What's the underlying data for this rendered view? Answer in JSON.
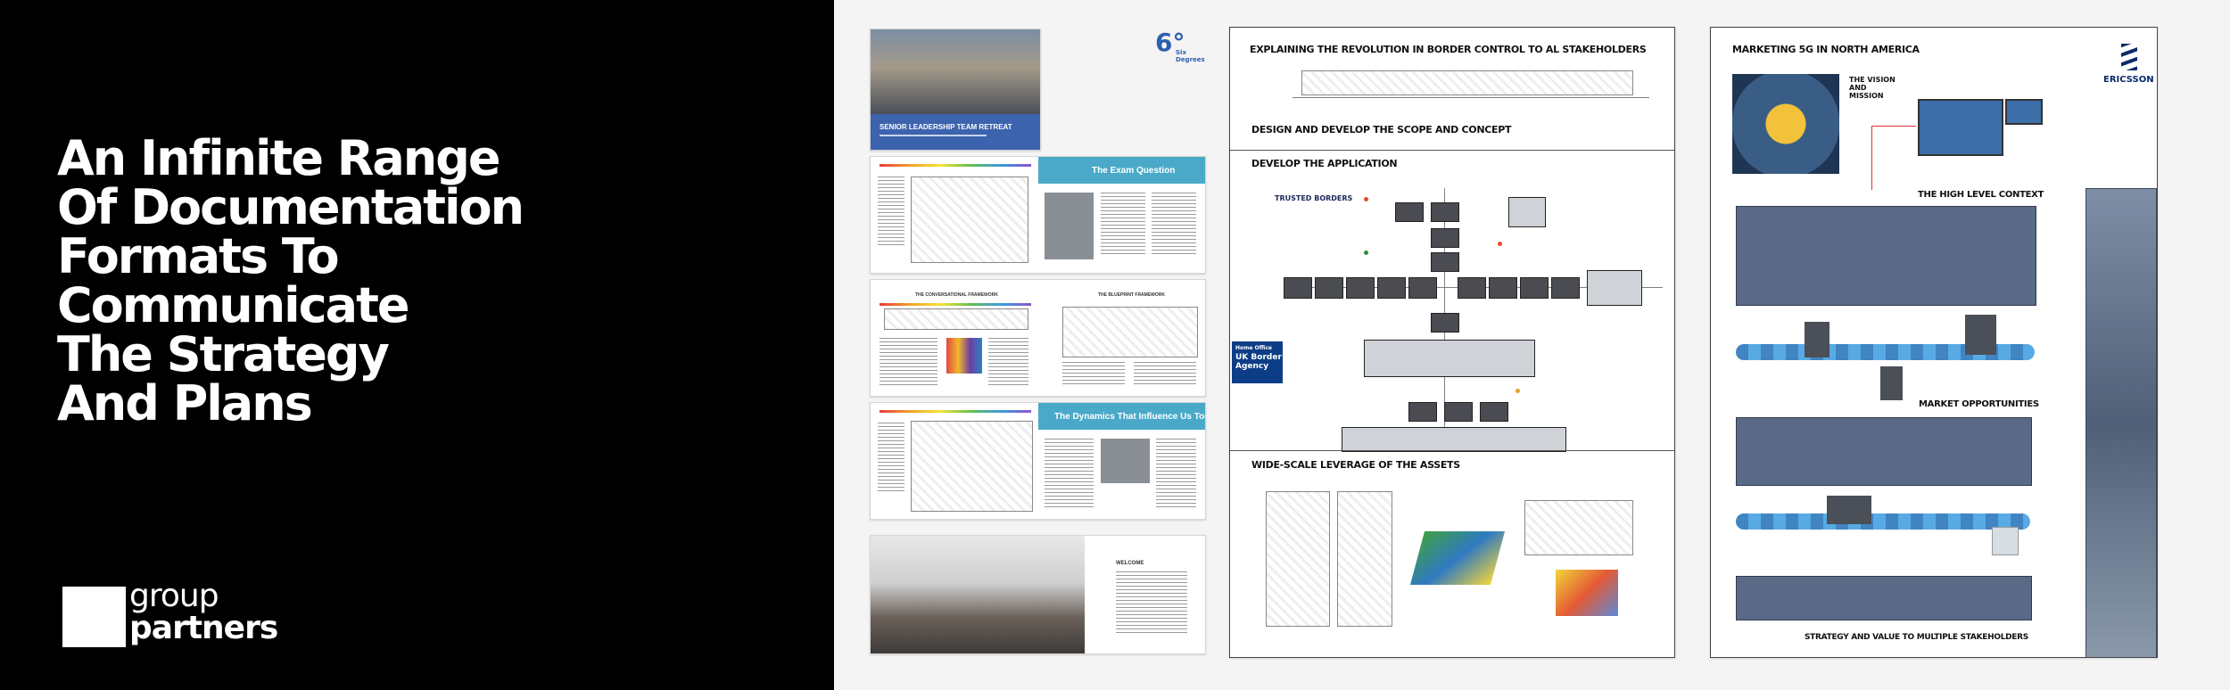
{
  "headline": {
    "lines": [
      "An Infinite Range",
      "Of Documentation",
      "Formats To",
      "Communicate",
      "The Strategy",
      "And Plans"
    ]
  },
  "logo": {
    "line1": "group",
    "line2": "partners"
  },
  "column_a": {
    "cover_title": "SENIOR LEADERSHIP TEAM RETREAT",
    "six_degrees_mark": "6°",
    "six_degrees_text": "Six Degrees",
    "spread1_title": "The Exam Question",
    "spread2_left_title": "THE CONVERSATIONAL FRAMEWORK",
    "spread2_right_title": "THE BLUEPRINT FRAMEWORK",
    "spread3_title": "The Dynamics That Influence Us Today",
    "welcome_title": "WELCOME"
  },
  "column_b": {
    "title1": "EXPLAINING THE REVOLUTION IN BORDER CONTROL TO AL STAKEHOLDERS",
    "title2": "DESIGN AND DEVELOP THE SCOPE AND CONCEPT",
    "title3": "DEVELOP THE APPLICATION",
    "trusted_borders": "TRUSTED BORDERS",
    "ukba_small": "Home Office",
    "ukba_big": "UK Border Agency",
    "title4": "WIDE-SCALE LEVERAGE OF THE ASSETS"
  },
  "column_c": {
    "title": "MARKETING 5G IN NORTH AMERICA",
    "ericsson": "ERICSSON",
    "vision": "THE VISION AND MISSION",
    "high_level": "THE HIGH LEVEL CONTEXT",
    "market": "MARKET OPPORTUNITIES",
    "strategy": "STRATEGY AND VALUE TO MULTIPLE STAKEHOLDERS"
  },
  "colors": {
    "left_bg": "#000000",
    "accent_blue": "#3c63ad",
    "spread_blue": "#4aa9c9",
    "ukba_blue": "#0d3d86"
  }
}
